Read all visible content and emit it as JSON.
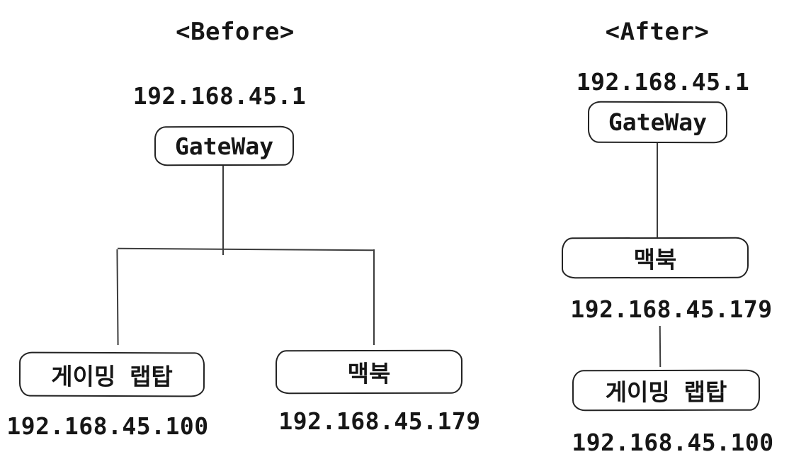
{
  "diagram": {
    "colors": {
      "background": "#ffffff",
      "stroke": "#3c3c3c",
      "border": "#232323",
      "text": "#161616"
    },
    "before": {
      "title": "<Before>",
      "gateway_ip": "192.168.45.1",
      "gateway_label": "GateWay",
      "laptop_label": "게이밍 랩탑",
      "laptop_ip": "192.168.45.100",
      "macbook_label": "맥북",
      "macbook_ip": "192.168.45.179"
    },
    "after": {
      "title": "<After>",
      "gateway_ip": "192.168.45.1",
      "gateway_label": "GateWay",
      "macbook_label": "맥북",
      "macbook_ip": "192.168.45.179",
      "laptop_label": "게이밍 랩탑",
      "laptop_ip": "192.168.45.100"
    }
  }
}
